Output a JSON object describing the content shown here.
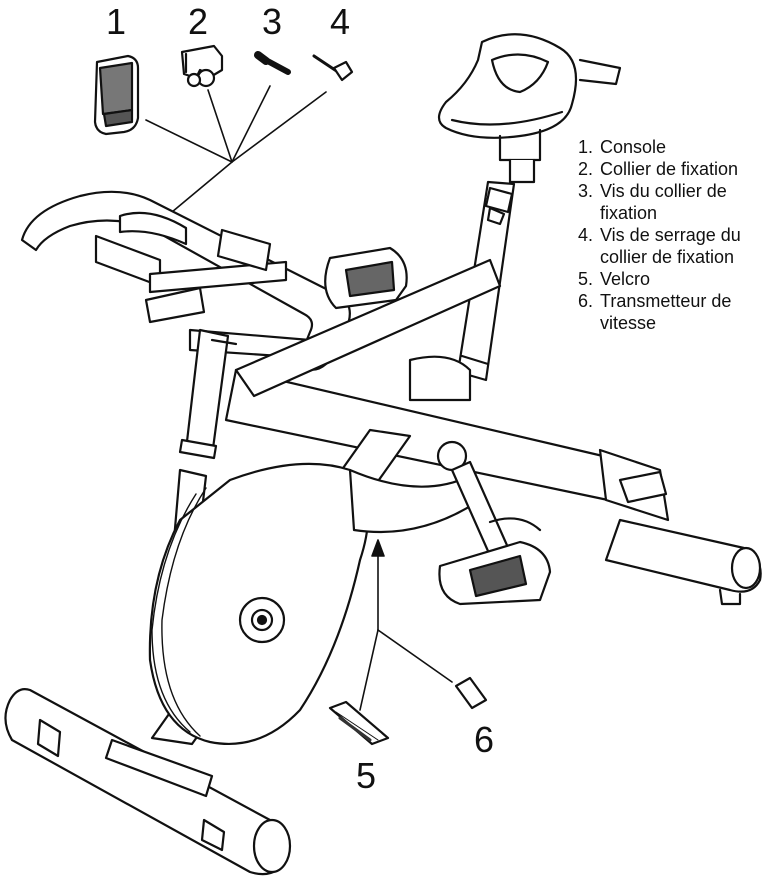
{
  "callouts": [
    "1",
    "2",
    "3",
    "4",
    "5",
    "6"
  ],
  "legend": [
    {
      "num": "1.",
      "text": "Console"
    },
    {
      "num": "2.",
      "text": "Collier de fixation"
    },
    {
      "num": "3.",
      "text": "Vis du collier de\nfixation"
    },
    {
      "num": "4.",
      "text": "Vis de serrage du\ncollier de fixation"
    },
    {
      "num": "5.",
      "text": "Velcro"
    },
    {
      "num": "6.",
      "text": "Transmetteur de\nvitesse"
    }
  ]
}
